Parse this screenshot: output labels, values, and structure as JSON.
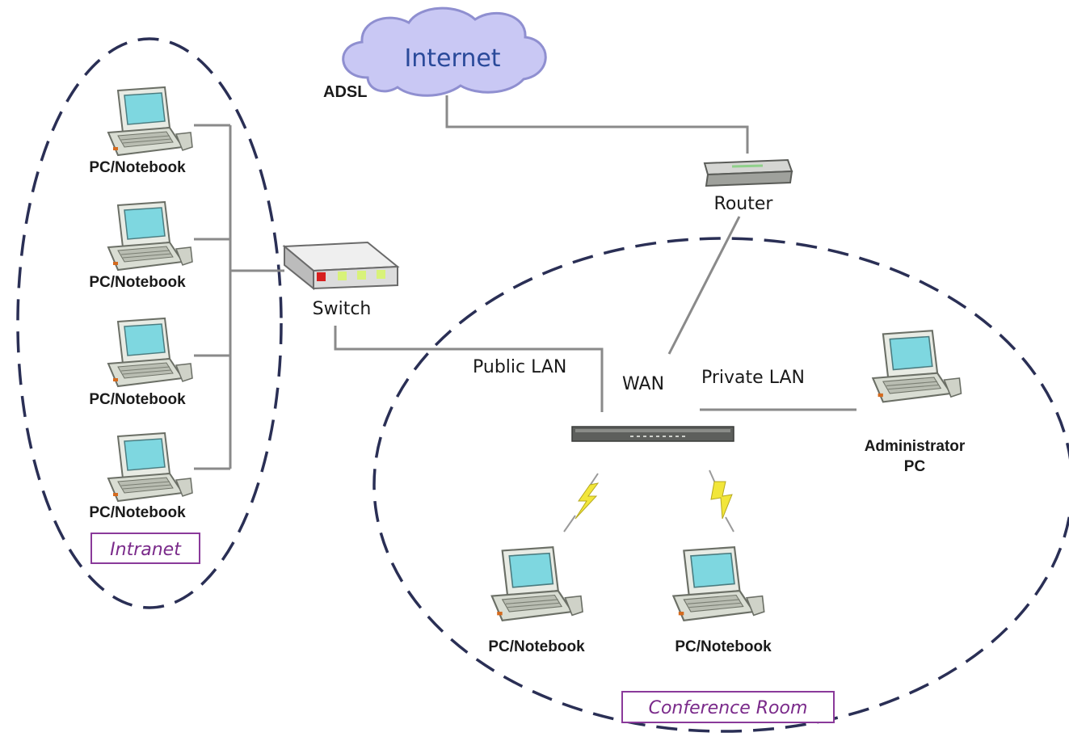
{
  "cloud": {
    "label": "Internet",
    "link_label": "ADSL"
  },
  "router": {
    "label": "Router"
  },
  "switch": {
    "label": "Switch"
  },
  "gateway": {
    "public_label": "Public LAN",
    "wan_label": "WAN",
    "private_label": "Private LAN"
  },
  "intranet": {
    "title": "Intranet",
    "notebooks": [
      "PC/Notebook",
      "PC/Notebook",
      "PC/Notebook",
      "PC/Notebook"
    ]
  },
  "conference": {
    "title": "Conference Room",
    "admin_label_line1": "Administrator",
    "admin_label_line2": "PC",
    "notebooks": [
      "PC/Notebook",
      "PC/Notebook"
    ]
  },
  "colors": {
    "cloud_fill": "#c9c8f4",
    "cloud_stroke": "#8f8fd0",
    "zone_stroke": "#2a2f55",
    "box_stroke": "#8a3a9a",
    "laptop_screen": "#7ed7e0",
    "wireless_bolt": "#f2e63a"
  },
  "icons": {
    "notebook": "laptop-icon",
    "router": "router-icon",
    "switch": "switch-icon",
    "wireless": "wireless-bolt-icon"
  }
}
